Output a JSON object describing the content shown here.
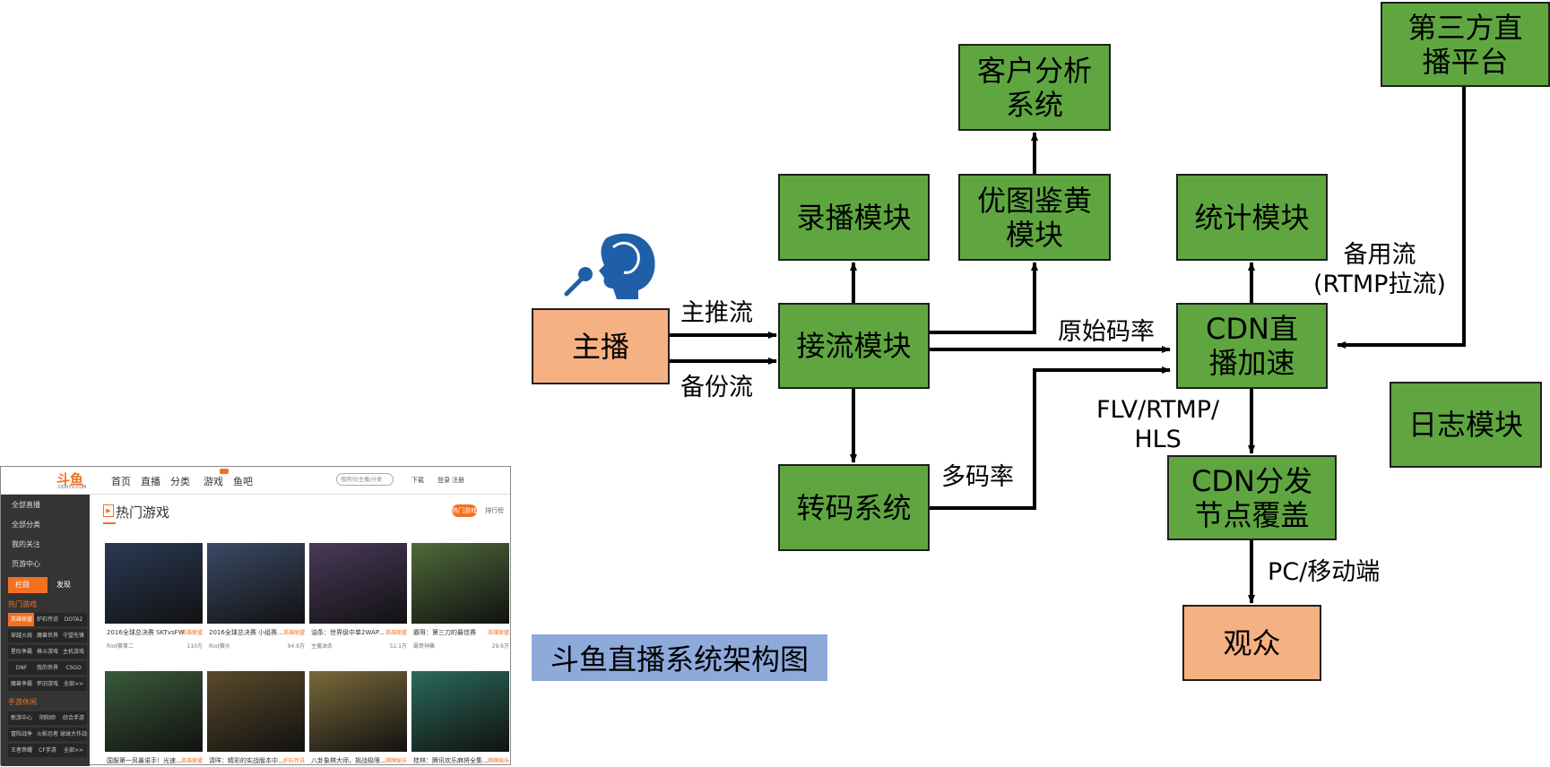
{
  "diagram": {
    "nodes": {
      "anchor": "主播",
      "ingest": "接流模块",
      "record": "录播模块",
      "youtu": "优图鉴黄\n模块",
      "customer": "客户分析\n系统",
      "transcode": "转码系统",
      "cdn_accel": "CDN直\n播加速",
      "stats": "统计模块",
      "third_party": "第三方直\n播平台",
      "log": "日志模块",
      "cdn_dist": "CDN分发\n节点覆盖",
      "audience": "观众"
    },
    "edge_labels": {
      "main_push": "主推流",
      "backup_stream": "备份流",
      "original_bitrate": "原始码率",
      "multi_bitrate": "多码率",
      "backup_pull": "备用流\n(RTMP拉流)",
      "protocols": "FLV/RTMP/\nHLS",
      "clients": "PC/移动端"
    },
    "caption": "斗鱼直播系统架构图",
    "colors": {
      "module_green": "#5fa640",
      "endpoint_orange": "#f6b183",
      "caption_blue": "#8eaadb"
    },
    "icons": [
      "microphone-icon",
      "head-silhouette-icon"
    ]
  },
  "screenshot": {
    "logo": "斗鱼",
    "logo_sub": "DOUYU.COM",
    "nav": [
      "首页",
      "直播",
      "分类",
      "游戏",
      "鱼吧"
    ],
    "search_placeholder": "搜房间/主播/分类",
    "top_right": [
      "下载",
      "登录",
      "注册"
    ],
    "sidebar_items": [
      "全部直播",
      "全部分类",
      "我的关注",
      "页游中心"
    ],
    "sidebar_tabs": [
      "栏目",
      "发现"
    ],
    "sidebar_hot_heading": "热门游戏",
    "sidebar_hot_games": [
      "英雄联盟",
      "炉石传说",
      "DOTA2",
      "穿越火线",
      "魔兽世界",
      "守望先锋",
      "星际争霸",
      "格斗游戏",
      "主机游戏",
      "DNF",
      "我的世界",
      "CSGO",
      "魔兽争霸",
      "怀旧游戏",
      "全部>>"
    ],
    "sidebar_mobile_heading": "手游休闲",
    "sidebar_mobile_games": [
      "新游中心",
      "阴阳师",
      "综合手游",
      "冒险战争",
      "火影忍者",
      "球球大作战",
      "王者荣耀",
      "CF手游",
      "全部>>"
    ],
    "section_title": "热门游戏",
    "section_buttons": [
      "热门游戏",
      "排行榜"
    ],
    "cards": [
      {
        "title": "2016全球总决赛 SKTvsFW",
        "category": "英雄联盟",
        "author": "Riot赛事二",
        "views": "110万"
      },
      {
        "title": "2016全球总决赛 小组赛...",
        "category": "英雄联盟",
        "author": "Riot赛头",
        "views": "94.9万"
      },
      {
        "title": "油条：世界级中单2WAP...",
        "category": "英雄联盟",
        "author": "主播油条",
        "views": "52.1万"
      },
      {
        "title": "霸哥：第三刀的最佳赛",
        "category": "英雄联盟",
        "author": "霸哥神雕",
        "views": "29.6万"
      },
      {
        "title": "国服第一风暴诺手！光速...",
        "category": "英雄联盟",
        "author": "",
        "views": ""
      },
      {
        "title": "清咩：精彩的实战版本中...",
        "category": "炉石传说",
        "author": "",
        "views": ""
      },
      {
        "title": "八卦象棋大师，挑战极限...",
        "category": "棋牌娱乐",
        "author": "",
        "views": ""
      },
      {
        "title": "桂林：腾讯欢乐麻将全集...",
        "category": "棋牌娱乐",
        "author": "",
        "views": ""
      }
    ]
  }
}
